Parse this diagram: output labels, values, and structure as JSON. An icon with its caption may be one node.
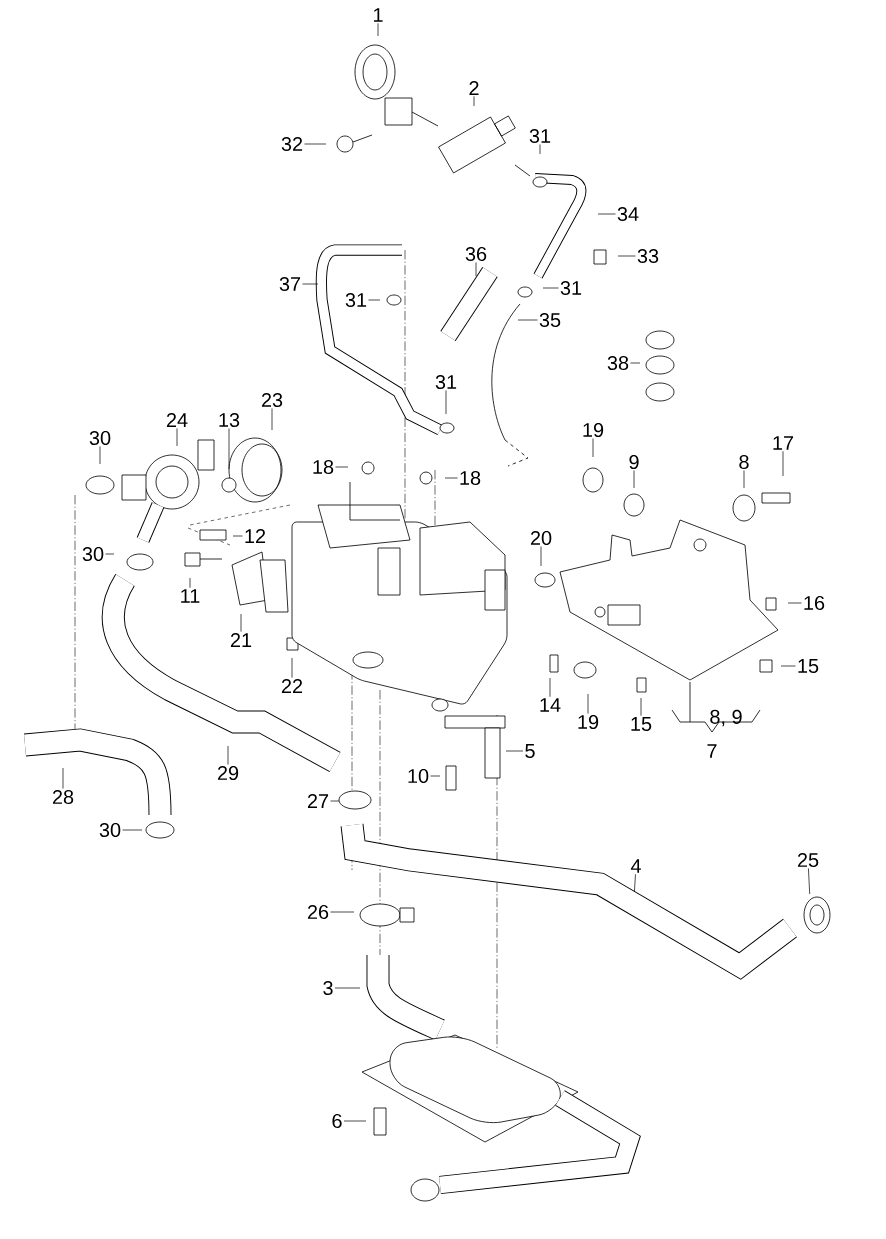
{
  "diagram": {
    "nodes": [
      {
        "text": [
          "1"
        ]
      },
      {
        "text": [
          "2"
        ]
      },
      {
        "text": [
          "32"
        ]
      },
      {
        "text": [
          "31"
        ]
      },
      {
        "text": [
          "34"
        ]
      },
      {
        "text": [
          "33"
        ]
      },
      {
        "text": [
          "36"
        ]
      },
      {
        "text": [
          "37"
        ]
      },
      {
        "text": [
          "31"
        ]
      },
      {
        "text": [
          "31"
        ]
      },
      {
        "text": [
          "35"
        ]
      },
      {
        "text": [
          "38"
        ]
      },
      {
        "text": [
          "23"
        ]
      },
      {
        "text": [
          "30"
        ]
      },
      {
        "text": [
          "24"
        ]
      },
      {
        "text": [
          "13"
        ]
      },
      {
        "text": [
          "31"
        ]
      },
      {
        "text": [
          "19"
        ]
      },
      {
        "text": [
          "8"
        ]
      },
      {
        "text": [
          "9"
        ]
      },
      {
        "text": [
          "17"
        ]
      },
      {
        "text": [
          "18"
        ]
      },
      {
        "text": [
          "18"
        ]
      },
      {
        "text": [
          "12"
        ]
      },
      {
        "text": [
          "30"
        ]
      },
      {
        "text": [
          "20"
        ]
      },
      {
        "text": [
          "11"
        ]
      },
      {
        "text": [
          "16"
        ]
      },
      {
        "text": [
          "21"
        ]
      },
      {
        "text": [
          "15"
        ]
      },
      {
        "text": [
          "22"
        ]
      },
      {
        "text": [
          "14"
        ]
      },
      {
        "text": [
          "19"
        ]
      },
      {
        "text": [
          "15"
        ]
      },
      {
        "text": [
          "5"
        ]
      },
      {
        "text": [
          "10"
        ]
      },
      {
        "text": [
          "28"
        ]
      },
      {
        "text": [
          "29"
        ]
      },
      {
        "text": [
          "27"
        ]
      },
      {
        "text": [
          "30"
        ]
      },
      {
        "text": [
          "4"
        ]
      },
      {
        "text": [
          "25"
        ]
      },
      {
        "text": [
          "26"
        ]
      },
      {
        "text": [
          "3"
        ]
      },
      {
        "text": [
          "6"
        ]
      }
    ],
    "edges": [
      {
        "from": 0,
        "to": null,
        "arrow": "none"
      },
      {
        "from": 1,
        "to": null,
        "arrow": "none"
      },
      {
        "from": 2,
        "to": null,
        "arrow": "none"
      },
      {
        "from": 3,
        "to": null,
        "arrow": "none"
      },
      {
        "from": 4,
        "to": null,
        "arrow": "none"
      },
      {
        "from": 5,
        "to": null,
        "arrow": "none"
      },
      {
        "from": 6,
        "to": null,
        "arrow": "none"
      },
      {
        "from": 7,
        "to": null,
        "arrow": "none"
      },
      {
        "from": 8,
        "to": null,
        "arrow": "none"
      },
      {
        "from": 9,
        "to": null,
        "arrow": "none"
      },
      {
        "from": 10,
        "to": null,
        "arrow": "none"
      },
      {
        "from": 11,
        "to": null,
        "arrow": "none"
      },
      {
        "from": 12,
        "to": null,
        "arrow": "none"
      },
      {
        "from": 13,
        "to": null,
        "arrow": "none"
      },
      {
        "from": 14,
        "to": null,
        "arrow": "none"
      },
      {
        "from": 15,
        "to": null,
        "arrow": "none"
      },
      {
        "from": 16,
        "to": null,
        "arrow": "none"
      },
      {
        "from": 17,
        "to": null,
        "arrow": "none"
      },
      {
        "from": 18,
        "to": null,
        "arrow": "none"
      },
      {
        "from": 19,
        "to": null,
        "arrow": "none"
      },
      {
        "from": 20,
        "to": null,
        "arrow": "none"
      },
      {
        "from": 21,
        "to": null,
        "arrow": "none"
      },
      {
        "from": 22,
        "to": null,
        "arrow": "none"
      },
      {
        "from": 23,
        "to": null,
        "arrow": "none"
      },
      {
        "from": 24,
        "to": null,
        "arrow": "none"
      },
      {
        "from": 25,
        "to": null,
        "arrow": "none"
      },
      {
        "from": 26,
        "to": null,
        "arrow": "none"
      },
      {
        "from": 27,
        "to": null,
        "arrow": "none"
      },
      {
        "from": 28,
        "to": null,
        "arrow": "none"
      },
      {
        "from": 29,
        "to": null,
        "arrow": "none"
      },
      {
        "from": 30,
        "to": null,
        "arrow": "none"
      },
      {
        "from": 31,
        "to": null,
        "arrow": "none"
      },
      {
        "from": 32,
        "to": null,
        "arrow": "none"
      },
      {
        "from": 33,
        "to": null,
        "arrow": "none"
      },
      {
        "from": 34,
        "to": null,
        "arrow": "none"
      },
      {
        "from": 35,
        "to": null,
        "arrow": "none"
      },
      {
        "from": 36,
        "to": null,
        "arrow": "none"
      },
      {
        "from": 37,
        "to": null,
        "arrow": "none"
      },
      {
        "from": 38,
        "to": null,
        "arrow": "none"
      },
      {
        "from": 39,
        "to": null,
        "arrow": "none"
      },
      {
        "from": 40,
        "to": null,
        "arrow": "none"
      },
      {
        "from": 41,
        "to": null,
        "arrow": "none"
      },
      {
        "from": 42,
        "to": null,
        "arrow": "none"
      },
      {
        "from": 43,
        "to": null,
        "arrow": "none"
      },
      {
        "from": 44,
        "to": null,
        "arrow": "none"
      }
    ],
    "labels": [
      "8, 9",
      "7"
    ]
  }
}
